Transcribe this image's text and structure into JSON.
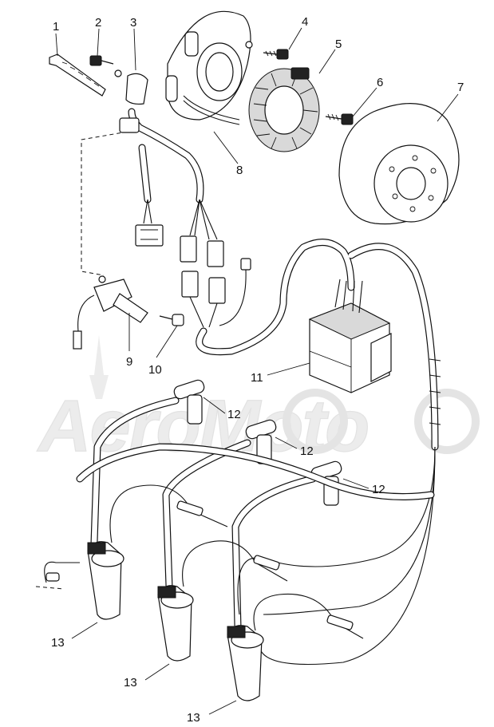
{
  "watermark": "AeroMoto",
  "callouts": [
    {
      "id": "1",
      "label": "1"
    },
    {
      "id": "2",
      "label": "2"
    },
    {
      "id": "3",
      "label": "3"
    },
    {
      "id": "4",
      "label": "4"
    },
    {
      "id": "5",
      "label": "5"
    },
    {
      "id": "6",
      "label": "6"
    },
    {
      "id": "7",
      "label": "7"
    },
    {
      "id": "8",
      "label": "8"
    },
    {
      "id": "9",
      "label": "9"
    },
    {
      "id": "10",
      "label": "10"
    },
    {
      "id": "11",
      "label": "11"
    },
    {
      "id": "12a",
      "label": "12"
    },
    {
      "id": "12b",
      "label": "12"
    },
    {
      "id": "12c",
      "label": "12"
    },
    {
      "id": "13a",
      "label": "13"
    },
    {
      "id": "13b",
      "label": "13"
    },
    {
      "id": "13c",
      "label": "13"
    }
  ]
}
